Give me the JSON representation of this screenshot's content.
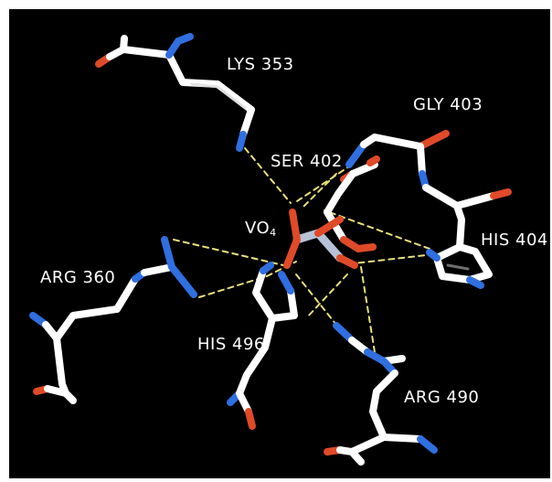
{
  "residues": [
    {
      "id": "lys353",
      "label": "LYS 353"
    },
    {
      "id": "gly403",
      "label": "GLY 403"
    },
    {
      "id": "ser402",
      "label": "SER 402"
    },
    {
      "id": "his404",
      "label": "HIS 404"
    },
    {
      "id": "arg360",
      "label": "ARG 360"
    },
    {
      "id": "his496",
      "label": "HIS 496"
    },
    {
      "id": "arg490",
      "label": "ARG 490"
    }
  ],
  "ligand": {
    "label_main": "VO",
    "label_sub": "4"
  },
  "colors": {
    "background": "#000000",
    "carbon": "#ffffff",
    "nitrogen": "#2f6fe0",
    "oxygen": "#e04a28",
    "vanadium": "#b8c2d6",
    "hydrogen_bond": "#e8e07a"
  }
}
